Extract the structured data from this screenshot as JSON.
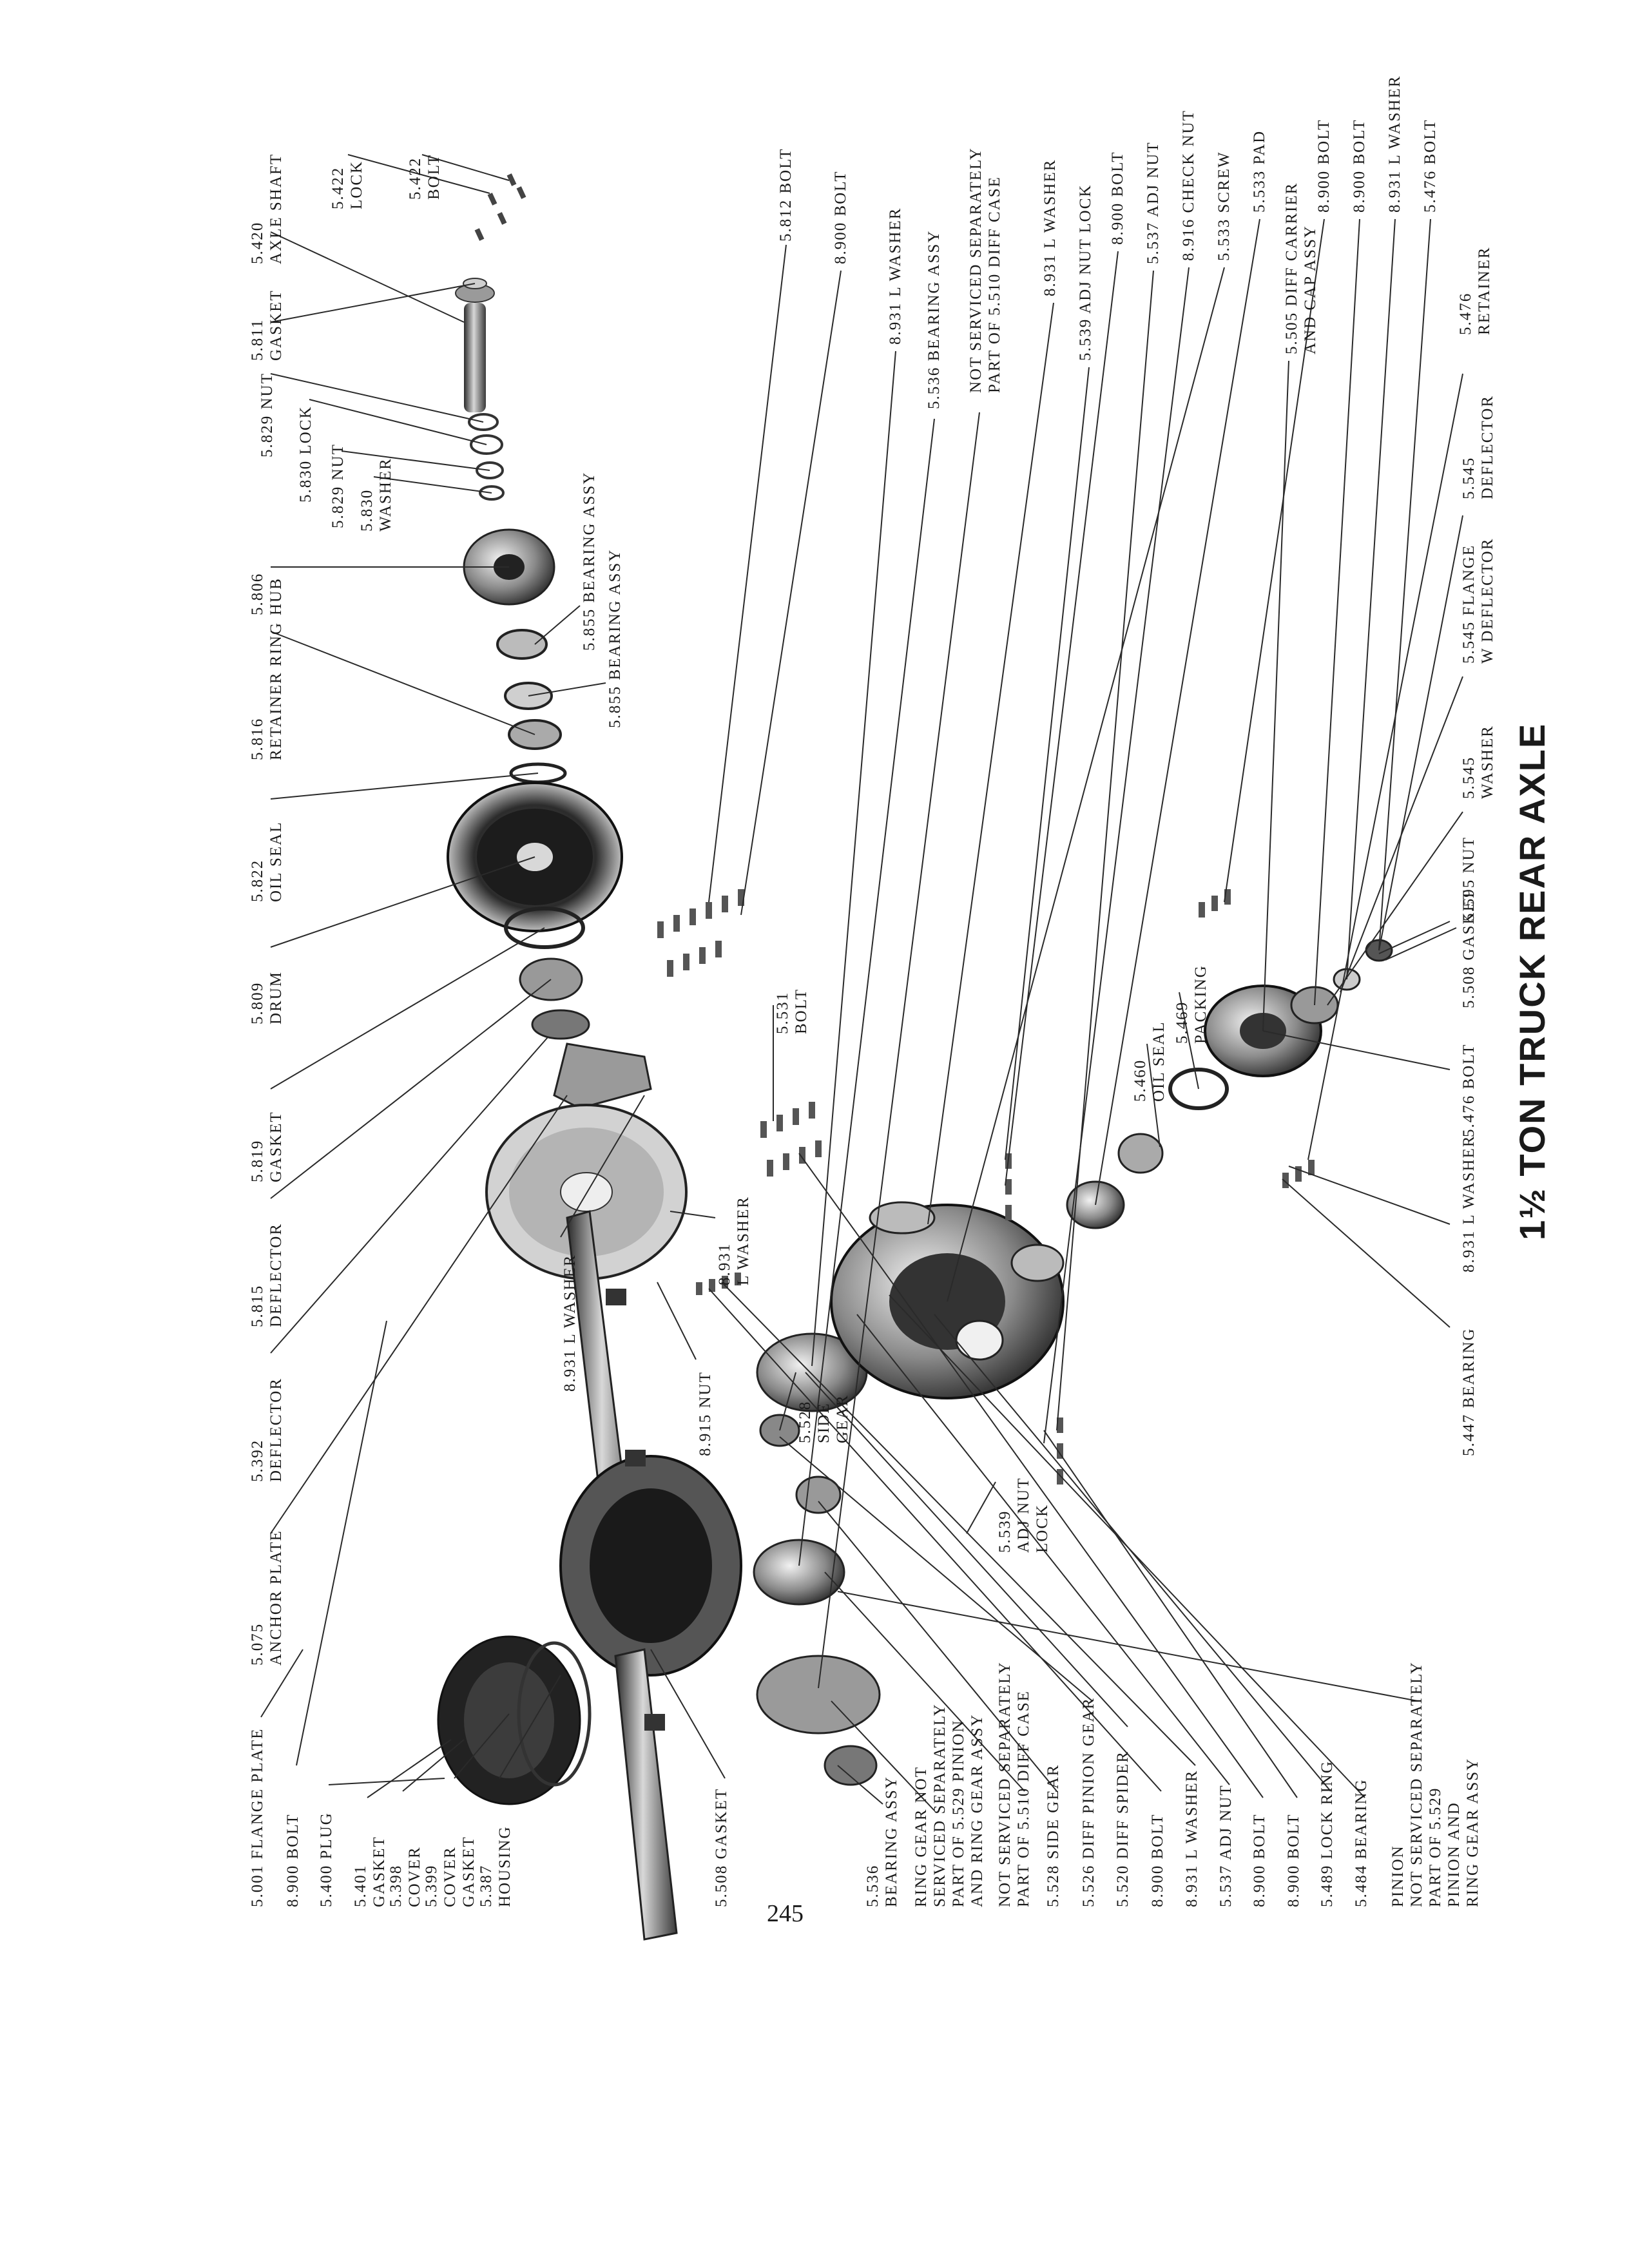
{
  "title": "1½ TON TRUCK REAR AXLE",
  "page_number": "245",
  "callouts": [
    {
      "lines": [
        "5.001 FLANGE PLATE"
      ]
    },
    {
      "lines": [
        "8.900 BOLT"
      ]
    },
    {
      "lines": [
        "5.400 PLUG"
      ]
    },
    {
      "lines": [
        "5.401",
        "GASKET"
      ]
    },
    {
      "lines": [
        "5.398",
        "COVER"
      ]
    },
    {
      "lines": [
        "5.399",
        "COVER",
        "GASKET"
      ]
    },
    {
      "lines": [
        "5.387",
        "HOUSING"
      ]
    },
    {
      "lines": [
        "5.508 GASKET"
      ]
    },
    {
      "lines": [
        "5.536",
        "BEARING ASSY"
      ]
    },
    {
      "lines": [
        "RING GEAR NOT",
        "SERVICED SEPARATELY",
        "PART OF 5.529 PINION",
        "AND RING GEAR ASSY"
      ]
    },
    {
      "lines": [
        "NOT SERVICED SEPARATELY",
        "PART OF 5.510 DIFF CASE"
      ]
    },
    {
      "lines": [
        "5.528 SIDE GEAR"
      ]
    },
    {
      "lines": [
        "5.526 DIFF PINION GEAR"
      ]
    },
    {
      "lines": [
        "5.520 DIFF SPIDER"
      ]
    },
    {
      "lines": [
        "8.900 BOLT"
      ]
    },
    {
      "lines": [
        "8.931 L WASHER"
      ]
    },
    {
      "lines": [
        "5.537 ADJ NUT"
      ]
    },
    {
      "lines": [
        "8.900 BOLT"
      ]
    },
    {
      "lines": [
        "8.900 BOLT"
      ]
    },
    {
      "lines": [
        "5.489 LOCK RING"
      ]
    },
    {
      "lines": [
        "5.484 BEARING"
      ]
    },
    {
      "lines": [
        "PINION",
        "NOT SERVICED SEPARATELY",
        "PART OF 5.529",
        "PINION AND",
        "RING GEAR ASSY"
      ]
    },
    {
      "lines": [
        "5.075",
        "ANCHOR PLATE"
      ]
    },
    {
      "lines": [
        "5.392",
        "DEFLECTOR"
      ]
    },
    {
      "lines": [
        "5.815",
        "DEFLECTOR"
      ]
    },
    {
      "lines": [
        "5.819",
        "GASKET"
      ]
    },
    {
      "lines": [
        "5.809",
        "DRUM"
      ]
    },
    {
      "lines": [
        "5.822",
        "OIL SEAL"
      ]
    },
    {
      "lines": [
        "5.816",
        "RETAINER RING"
      ]
    },
    {
      "lines": [
        "5.806",
        "HUB"
      ]
    },
    {
      "lines": [
        "5.829 NUT"
      ]
    },
    {
      "lines": [
        "5.830 LOCK"
      ]
    },
    {
      "lines": [
        "5.829 NUT"
      ]
    },
    {
      "lines": [
        "5.830",
        "WASHER"
      ]
    },
    {
      "lines": [
        "5.811",
        "GASKET"
      ]
    },
    {
      "lines": [
        "5.420",
        "AXLE SHAFT"
      ]
    },
    {
      "lines": [
        "5.422",
        "LOCK"
      ]
    },
    {
      "lines": [
        "5.422",
        "BOLT"
      ]
    },
    {
      "lines": [
        "5.855 BEARING ASSY"
      ]
    },
    {
      "lines": [
        "5.855 BEARING ASSY"
      ]
    },
    {
      "lines": [
        "8.931 L WASHER"
      ]
    },
    {
      "lines": [
        "8.915 NUT"
      ]
    },
    {
      "lines": [
        "8.931",
        "L WASHER"
      ]
    },
    {
      "lines": [
        "5.528",
        "SIDE",
        "GEAR"
      ]
    },
    {
      "lines": [
        "5.539",
        "ADJ NUT",
        "LOCK"
      ]
    },
    {
      "lines": [
        "5.531",
        "BOLT"
      ]
    },
    {
      "lines": [
        "5.460",
        "OIL SEAL"
      ]
    },
    {
      "lines": [
        "5.469",
        "PACKING"
      ]
    },
    {
      "lines": [
        "5.812 BOLT"
      ]
    },
    {
      "lines": [
        "8.900 BOLT"
      ]
    },
    {
      "lines": [
        "8.931 L WASHER"
      ]
    },
    {
      "lines": [
        "5.536 BEARING ASSY"
      ]
    },
    {
      "lines": [
        "NOT SERVICED SEPARATELY",
        "PART OF 5.510 DIFF CASE"
      ]
    },
    {
      "lines": [
        "8.931 L WASHER"
      ]
    },
    {
      "lines": [
        "5.539 ADJ NUT LOCK"
      ]
    },
    {
      "lines": [
        "8.900 BOLT"
      ]
    },
    {
      "lines": [
        "5.537 ADJ NUT"
      ]
    },
    {
      "lines": [
        "8.916 CHECK NUT"
      ]
    },
    {
      "lines": [
        "5.533 SCREW"
      ]
    },
    {
      "lines": [
        "5.533 PAD"
      ]
    },
    {
      "lines": [
        "5.505 DIFF CARRIER",
        "AND CAP ASSY"
      ]
    },
    {
      "lines": [
        "8.900 BOLT"
      ]
    },
    {
      "lines": [
        "8.900 BOLT"
      ]
    },
    {
      "lines": [
        "8.931 L WASHER"
      ]
    },
    {
      "lines": [
        "5.476 BOLT"
      ]
    },
    {
      "lines": [
        "5.476",
        "RETAINER"
      ]
    },
    {
      "lines": [
        "5.545",
        "DEFLECTOR"
      ]
    },
    {
      "lines": [
        "5.545 FLANGE",
        "W DEFLECTOR"
      ]
    },
    {
      "lines": [
        "5.545",
        "WASHER"
      ]
    },
    {
      "lines": [
        "5.595 NUT"
      ]
    },
    {
      "lines": [
        "5.508 GASKET"
      ]
    },
    {
      "lines": [
        "5.476 BOLT"
      ]
    },
    {
      "lines": [
        "8.931 L WASHER"
      ]
    },
    {
      "lines": [
        "5.447 BEARING"
      ]
    }
  ]
}
